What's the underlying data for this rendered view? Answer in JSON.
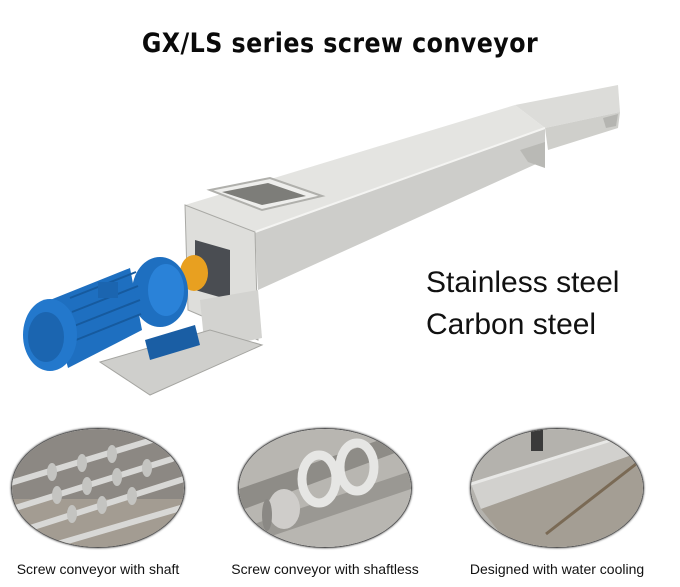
{
  "title": "GX/LS series screw conveyor",
  "materials": [
    "Stainless steel",
    "Carbon steel"
  ],
  "details": [
    {
      "caption": "Screw conveyor with shaft",
      "image": "shafted-screw-photo"
    },
    {
      "caption": "Screw conveyor with shaftless",
      "image": "shaftless-screw-photo"
    },
    {
      "caption": "Designed with water cooling",
      "image": "water-cooling-trough-photo"
    }
  ],
  "colors": {
    "motor_blue": "#1e6fc0",
    "coupling_orange": "#e8a020",
    "steel_light": "#e6e6e4",
    "steel_mid": "#c9c9c6",
    "steel_dark": "#9a9a96"
  }
}
